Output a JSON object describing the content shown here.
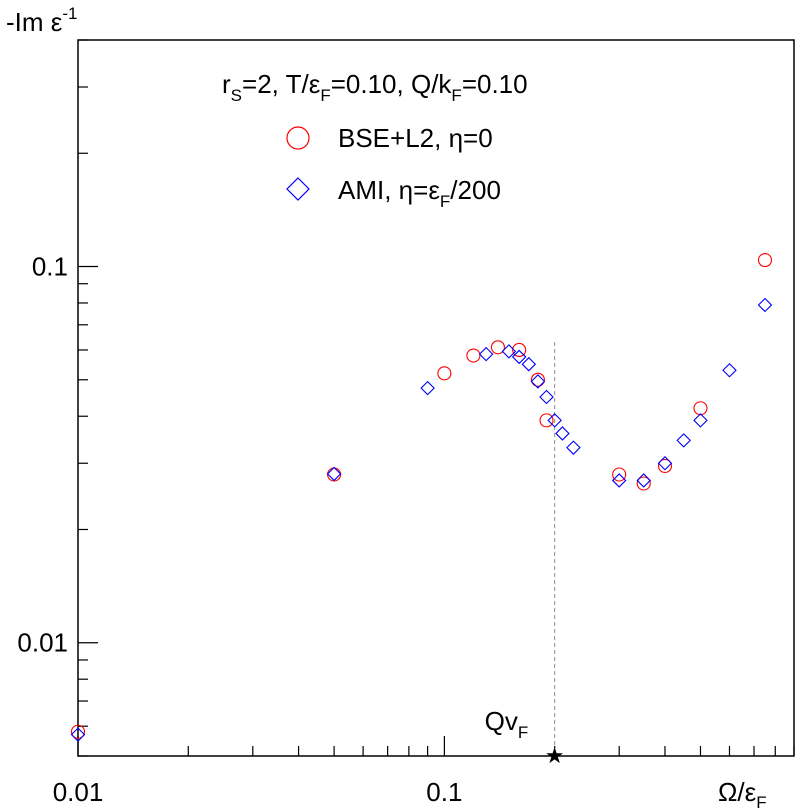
{
  "chart_data": {
    "type": "scatter",
    "title": "",
    "y_axis": {
      "label_main": "-Im ε",
      "label_sup": "-1",
      "scale": "log",
      "range": [
        0.005,
        0.4
      ],
      "ticks": [
        {
          "value": 0.01,
          "label": "0.01"
        },
        {
          "value": 0.1,
          "label": "0.1"
        }
      ]
    },
    "x_axis": {
      "label_main": "Ω/ε",
      "label_sub": "F",
      "scale": "log",
      "range": [
        0.01,
        0.9
      ],
      "ticks": [
        {
          "value": 0.01,
          "label": "0.01"
        },
        {
          "value": 0.1,
          "label": "0.1"
        }
      ]
    },
    "params": {
      "part1": "r",
      "part1_sub": "S",
      "part2": "=2, T/ε",
      "part2_sub": "F",
      "part3": "=0.10, Q/k",
      "part3_sub": "F",
      "part4": "=0.10"
    },
    "annotation": {
      "text_main": "Qv",
      "text_sub": "F",
      "x": 0.2
    },
    "legend_position": "top-center",
    "series": [
      {
        "name": "BSE+L2, η=0",
        "name_sub": "",
        "name_tail": "",
        "marker": "circle",
        "color": "#ff0000",
        "x": [
          0.01,
          0.05,
          0.1,
          0.12,
          0.14,
          0.16,
          0.18,
          0.19,
          0.3,
          0.35,
          0.4,
          0.5,
          0.75
        ],
        "y": [
          0.0058,
          0.028,
          0.052,
          0.058,
          0.061,
          0.06,
          0.05,
          0.039,
          0.028,
          0.0265,
          0.0295,
          0.042,
          0.104
        ]
      },
      {
        "name": "AMI, η=ε",
        "name_sub": "F",
        "name_tail": "/200",
        "marker": "diamond",
        "color": "#0000ff",
        "x": [
          0.01,
          0.05,
          0.09,
          0.13,
          0.15,
          0.16,
          0.17,
          0.18,
          0.19,
          0.2,
          0.21,
          0.225,
          0.3,
          0.35,
          0.4,
          0.45,
          0.5,
          0.6,
          0.75
        ],
        "y": [
          0.0057,
          0.0281,
          0.0475,
          0.0585,
          0.0595,
          0.0575,
          0.055,
          0.0495,
          0.045,
          0.039,
          0.036,
          0.033,
          0.027,
          0.027,
          0.03,
          0.0345,
          0.039,
          0.053,
          0.079
        ]
      }
    ]
  }
}
